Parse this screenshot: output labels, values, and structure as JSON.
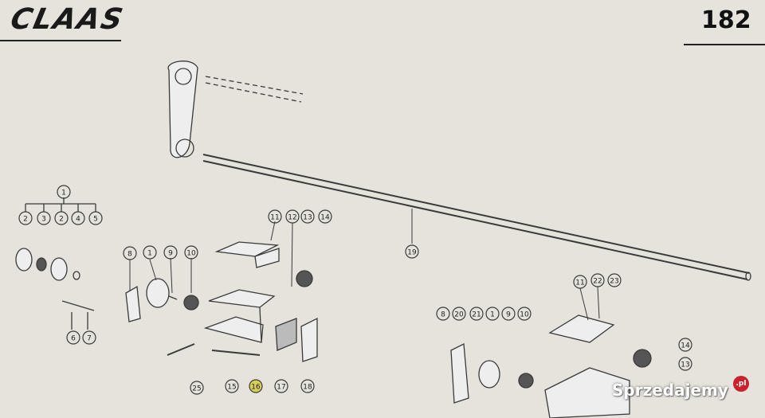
{
  "header": {
    "brand": "CLAAS",
    "page_number": "182"
  },
  "callouts": [
    "1",
    "2",
    "3",
    "2",
    "4",
    "5",
    "6",
    "7",
    "8",
    "1",
    "9",
    "10",
    "11",
    "12",
    "13",
    "14",
    "25",
    "15",
    "16",
    "17",
    "18",
    "19",
    "8",
    "20",
    "21",
    "1",
    "9",
    "10",
    "11",
    "22",
    "23",
    "14",
    "13"
  ],
  "watermark": {
    "text": "Sprzedajemy",
    "badge": ".pl"
  },
  "colors": {
    "background": "#e6e3dc",
    "ink": "#3a3a3a",
    "highlight": "#d8cf5a"
  }
}
